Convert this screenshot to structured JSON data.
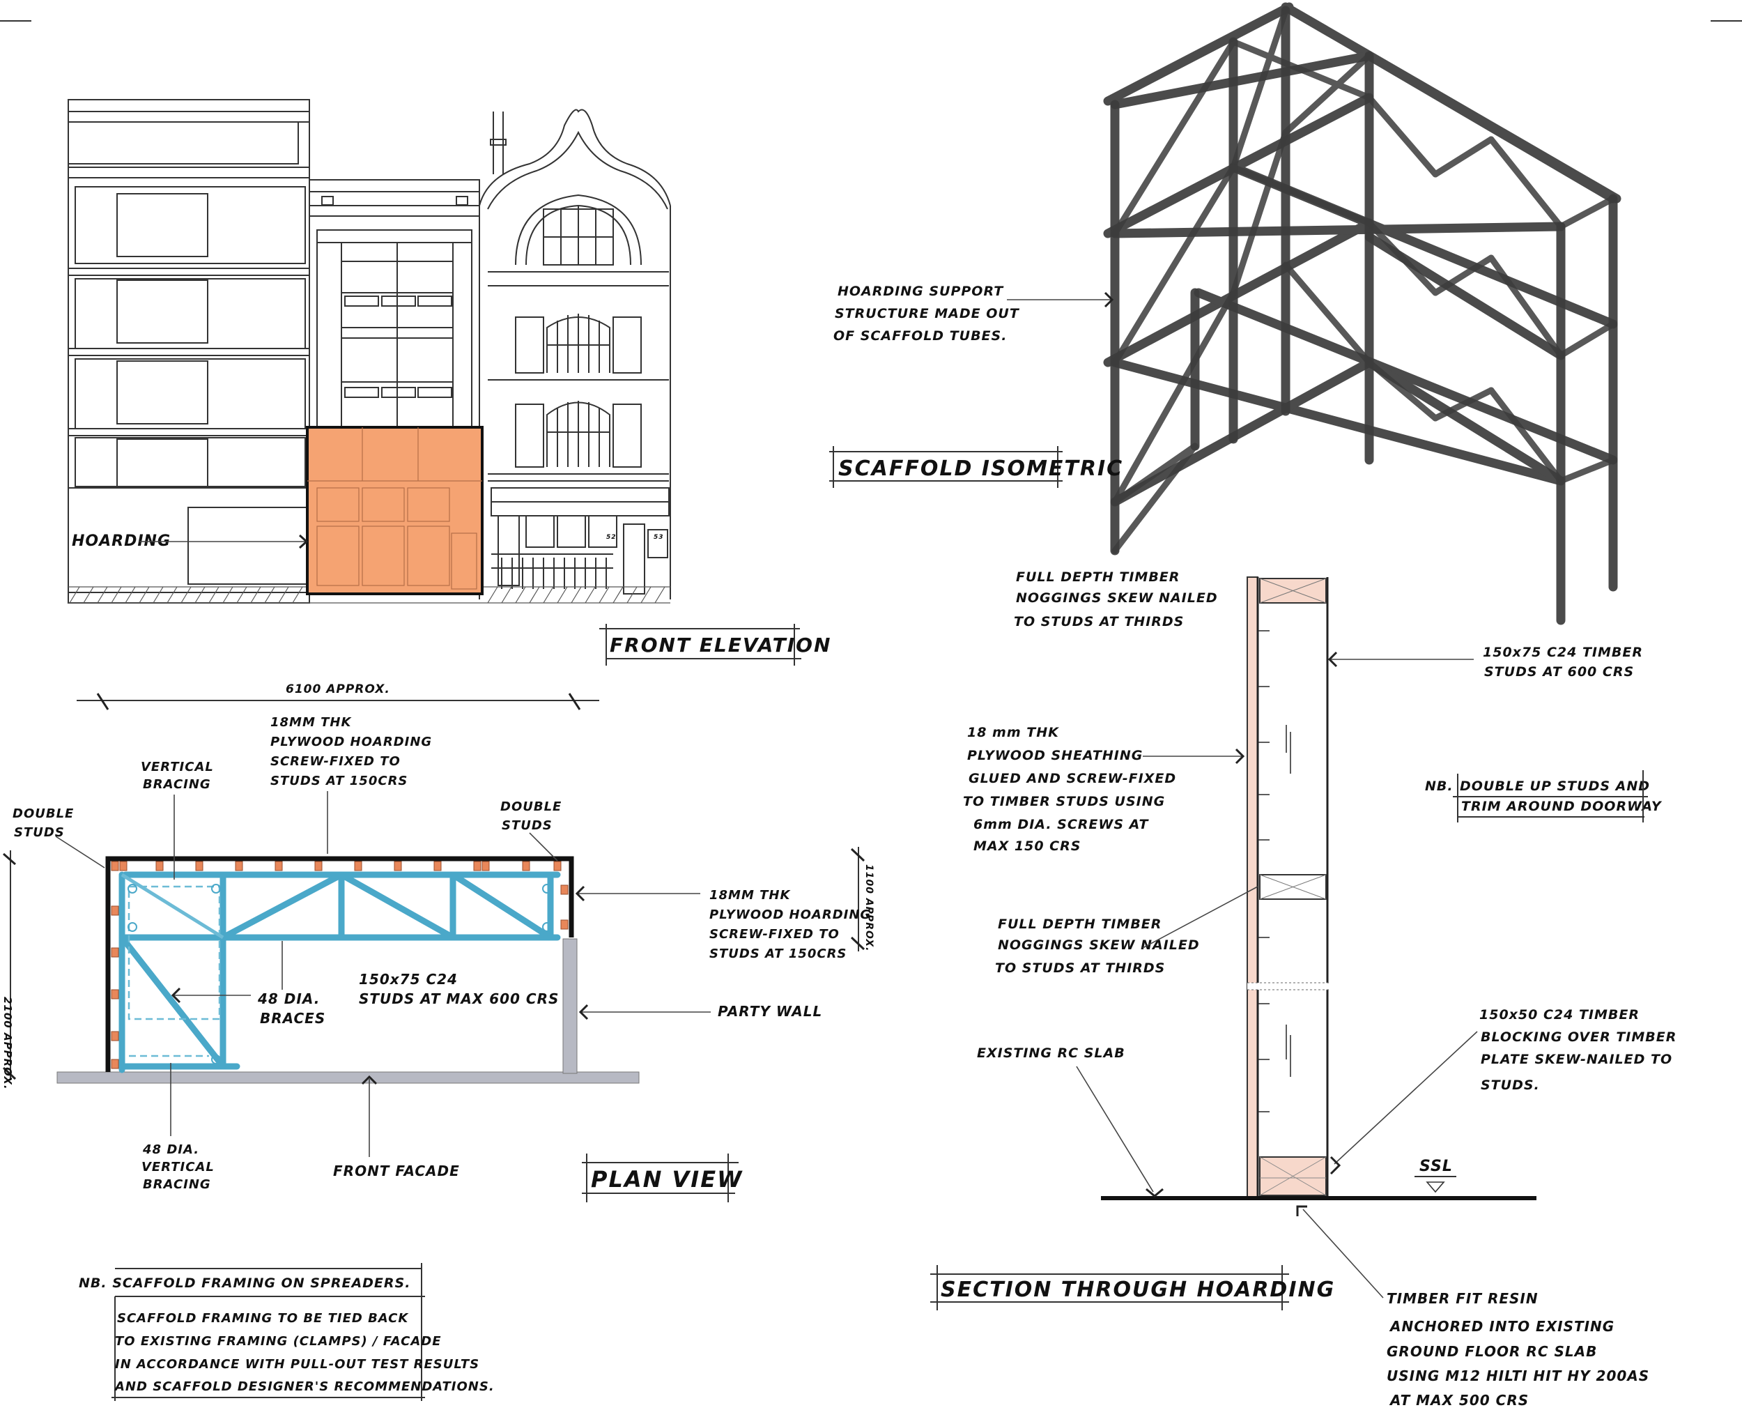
{
  "colors": {
    "hoarding_fill": "#f5a372",
    "bracing_blue": "#4aa8c9",
    "section_timber": "#f7d8cb",
    "scaffold_tube": "#3c3c3c",
    "ground": "#b7b9c3"
  },
  "front_elevation": {
    "title": "FRONT ELEVATION",
    "hoarding_label": "HOARDING",
    "door_numbers": [
      "52",
      "53"
    ]
  },
  "isometric": {
    "title": "SCAFFOLD ISOMETRIC",
    "note_lines": [
      "HOARDING SUPPORT",
      "STRUCTURE MADE OUT",
      "OF SCAFFOLD TUBES."
    ]
  },
  "plan_view": {
    "title": "PLAN VIEW",
    "dimension_width": "6100 APPROX.",
    "dimension_side": "1100 APPROX.",
    "dimension_left": "2100 APPROX.",
    "plywood_top_lines": [
      "18MM THK",
      "PLYWOOD HOARDING",
      "SCREW-FIXED TO",
      "STUDS AT 150CRS"
    ],
    "plywood_right_lines": [
      "18MM THK",
      "PLYWOOD HOARDING",
      "SCREW-FIXED TO",
      "STUDS AT 150CRS"
    ],
    "vertical_bracing_lines": [
      "VERTICAL",
      "BRACING"
    ],
    "double_studs_left_lines": [
      "DOUBLE",
      "STUDS"
    ],
    "double_studs_right_lines": [
      "DOUBLE",
      "STUDS"
    ],
    "braces_lines": [
      "48 DIA.",
      "BRACES"
    ],
    "studs_lines": [
      "150x75 C24",
      "STUDS AT MAX 600 CRS"
    ],
    "party_wall": "PARTY WALL",
    "vertical_bracing_bottom_lines": [
      "48 DIA.",
      "VERTICAL",
      "BRACING"
    ],
    "front_facade": "FRONT FACADE"
  },
  "section": {
    "title": "SECTION THROUGH HOARDING",
    "noggings_top_lines": [
      "FULL DEPTH TIMBER",
      "NOGGINGS SKEW NAILED",
      "TO STUDS AT THIRDS"
    ],
    "studs_lines": [
      "150x75 C24 TIMBER",
      "STUDS AT 600 CRS"
    ],
    "sheathing_lines": [
      "18 mm THK",
      "PLYWOOD SHEATHING",
      "GLUED AND SCREW-FIXED",
      "TO TIMBER STUDS USING",
      "6mm DIA. SCREWS AT",
      "MAX 150 CRS"
    ],
    "nb_prefix": "NB.",
    "nb_lines": [
      "DOUBLE UP STUDS AND",
      "TRIM AROUND DOORWAY"
    ],
    "noggings_mid_lines": [
      "FULL DEPTH TIMBER",
      "NOGGINGS SKEW NAILED",
      "TO STUDS AT THIRDS"
    ],
    "blocking_lines": [
      "150x50 C24 TIMBER",
      "BLOCKING OVER TIMBER",
      "PLATE SKEW-NAILED TO",
      "STUDS."
    ],
    "slab": "EXISTING RC SLAB",
    "ssl": "SSL",
    "anchor_lines": [
      "TIMBER FIT RESIN",
      "ANCHORED INTO EXISTING",
      "GROUND FLOOR RC SLAB",
      "USING M12 HILTI HIT HY 200AS",
      "AT MAX 500 CRS"
    ]
  },
  "notes": {
    "heading": "NB. SCAFFOLD FRAMING ON SPREADERS.",
    "lines": [
      "SCAFFOLD FRAMING TO BE TIED BACK",
      "TO EXISTING FRAMING (CLAMPS) / FACADE",
      "IN ACCORDANCE WITH PULL-OUT TEST RESULTS",
      "AND SCAFFOLD DESIGNER'S RECOMMENDATIONS."
    ]
  }
}
